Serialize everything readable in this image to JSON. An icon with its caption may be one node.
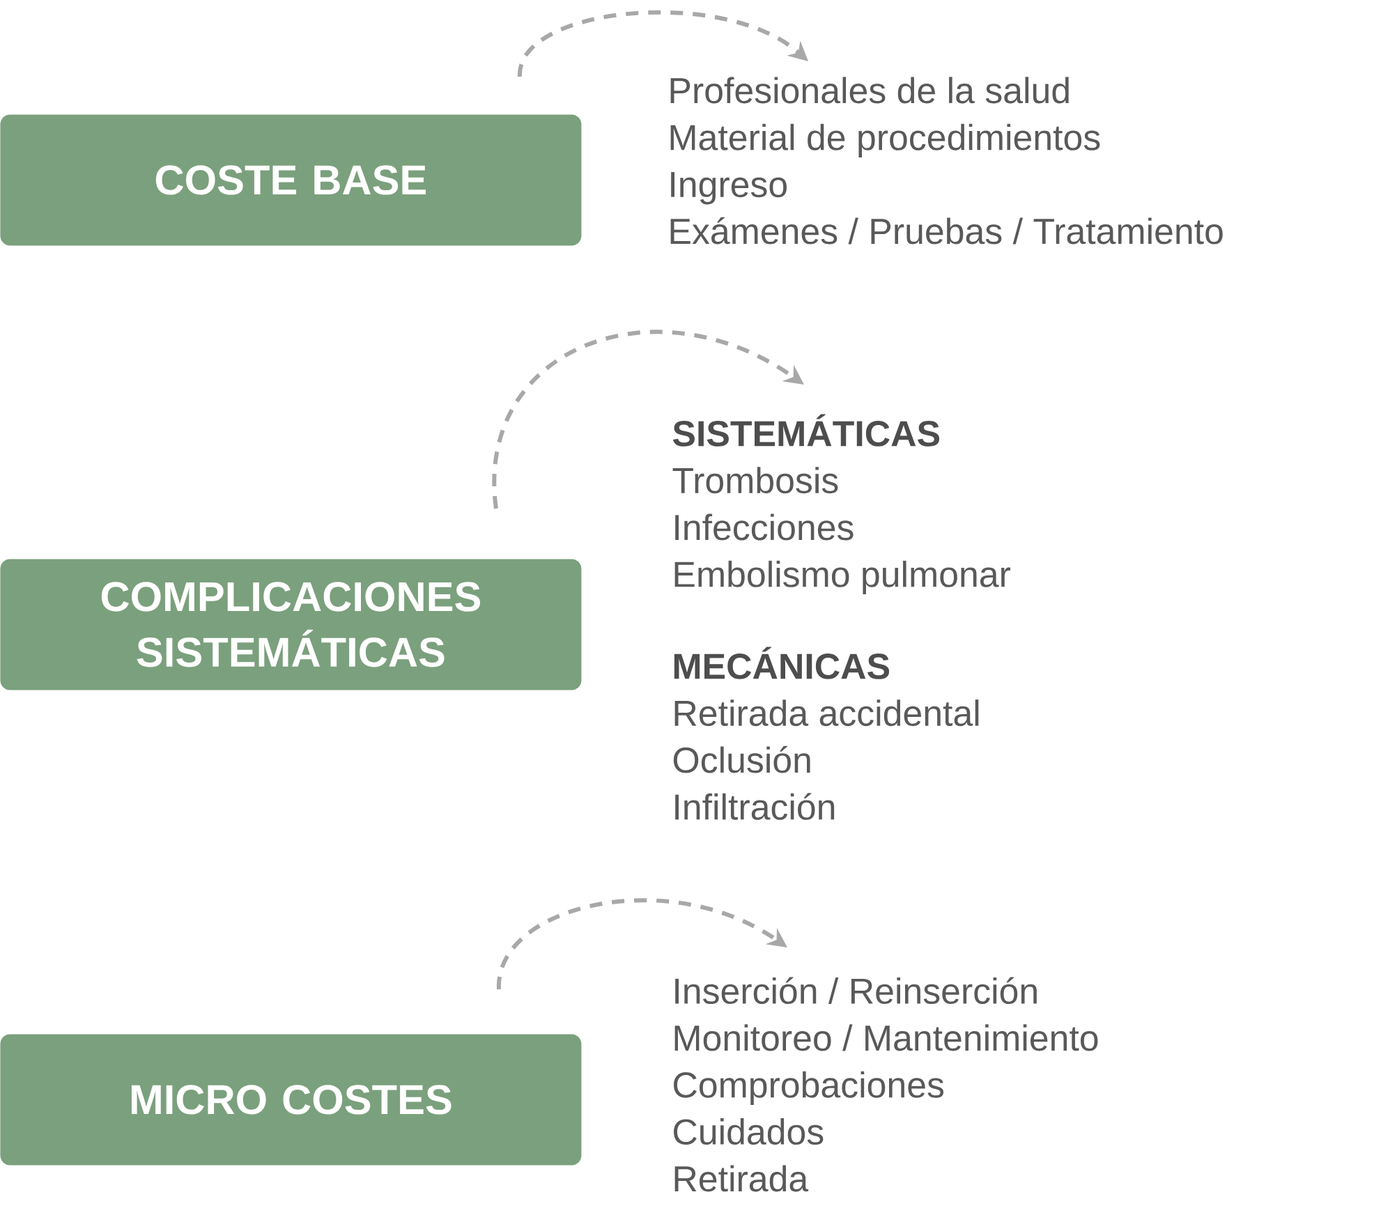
{
  "diagram": {
    "nodes": [
      {
        "text": [
          "COSTE BASE"
        ]
      },
      {
        "text": [
          "Profesionales de la salud",
          "Material de procedimientos",
          "Ingreso",
          "Exámenes / Pruebas / Tratamiento"
        ]
      },
      {
        "text": [
          "COMPLICACIONES SISTEMÁTICAS"
        ]
      },
      {
        "text": [
          "SISTEMÁTICAS",
          "Trombosis",
          "Infecciones",
          "Embolismo pulmonar"
        ]
      },
      {
        "text": [
          "MECÁNICAS",
          "Retirada accidental",
          "Oclusión",
          "Infiltración"
        ]
      },
      {
        "text": [
          "MICRO COSTES"
        ]
      },
      {
        "text": [
          "Inserción / Reinserción",
          "Monitoreo / Mantenimiento",
          "Comprobaciones",
          "Cuidados",
          "Retirada"
        ]
      }
    ],
    "edges": [
      {
        "from": 0,
        "to": 1,
        "arrow": "to",
        "style": "dashed"
      },
      {
        "from": 2,
        "to": 3,
        "arrow": "to",
        "style": "dashed"
      },
      {
        "from": 5,
        "to": 6,
        "arrow": "to",
        "style": "dashed"
      }
    ]
  }
}
